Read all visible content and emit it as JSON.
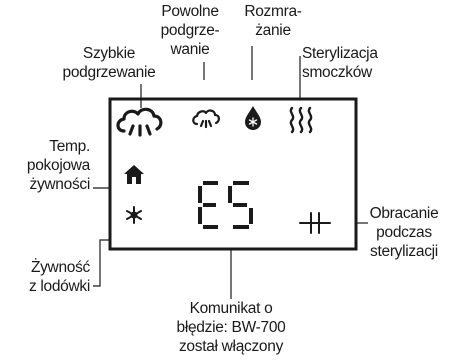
{
  "labels": {
    "quick_heat": "Szybkie\npodgrzewanie",
    "slow_heat": "Powolne\npodgrze-\nwanie",
    "defrost": "Rozmra-\nżanie",
    "sterilize": "Sterylizacja\nsmoczków",
    "room_temp": "Temp.\npokojowa\nżywności",
    "fridge": "Żywność\nz lodówki",
    "rotate": "Obracanie\npodczas\nsterylizacji",
    "error": "Komunikat o\nbłędzie: BW-700\nzostał włączony"
  },
  "display": {
    "code": "E5"
  },
  "icons": [
    "quick-heat-icon",
    "slow-heat-icon",
    "defrost-icon",
    "sterilize-icon",
    "home-icon",
    "snowflake-icon",
    "rotate-icon"
  ]
}
